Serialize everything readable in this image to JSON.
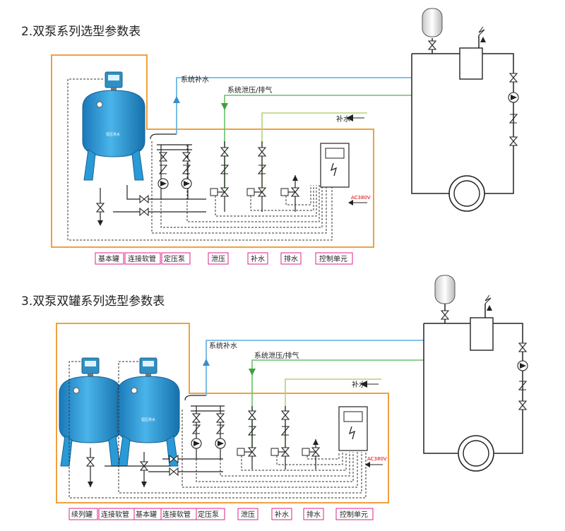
{
  "section1": {
    "title": "2.双泵系列选型参数表",
    "line_labels": {
      "supply": "系统补水",
      "relief": "系统泄压/排气",
      "makeup": "补水"
    },
    "ac_label": "AC380V",
    "tank_text": "恒压供水",
    "tags": [
      "基本罐",
      "连接软管",
      "定压泵",
      "泄压",
      "补水",
      "排水",
      "控制单元"
    ]
  },
  "section2": {
    "title": "3.双泵双罐系列选型参数表",
    "line_labels": {
      "supply": "系统补水",
      "relief": "系统泄压/排气",
      "makeup": "补水"
    },
    "ac_label": "AC380V",
    "tank_text": "恒压供水",
    "tags": [
      "续列罐",
      "连接软管",
      "基本罐",
      "连接软管",
      "定压泵",
      "泄压",
      "补水",
      "排水",
      "控制单元"
    ]
  },
  "colors": {
    "orange_frame": "#f0a040",
    "supply_line": "#5aaee0",
    "relief_line": "#6cbf6c",
    "makeup_line": "#b6d27a",
    "tank_blue": "#2a9ad6",
    "tag_border": "#e0208a"
  }
}
